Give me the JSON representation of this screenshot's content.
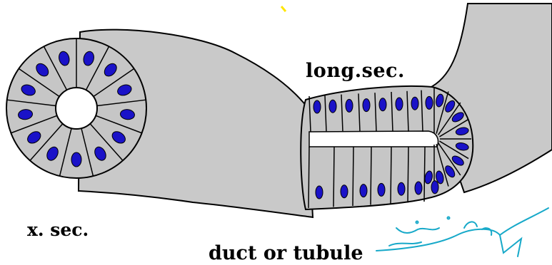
{
  "labels": {
    "longitudinal_section": "long.sec.",
    "cross_section": "x. sec.",
    "title": "duct or tubule"
  },
  "colors": {
    "tube": "#c9c9c9",
    "cell": "#c6c6c6",
    "outline": "#000000",
    "nucleus": "#1a12c8",
    "signature": "#17a9c9",
    "background": "#ffffff"
  },
  "icons": {
    "signature": "handwritten-signature-icon",
    "speck": "yellow-speck-icon"
  }
}
